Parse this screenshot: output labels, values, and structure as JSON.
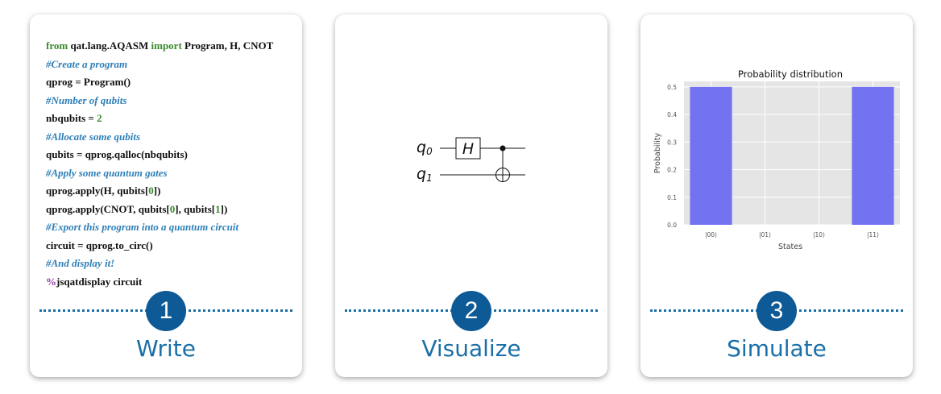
{
  "steps": [
    {
      "number": "1",
      "label": "Write"
    },
    {
      "number": "2",
      "label": "Visualize"
    },
    {
      "number": "3",
      "label": "Simulate"
    }
  ],
  "code": {
    "l1": {
      "kw1": "from",
      "t1": " qat.lang.AQASM ",
      "kw2": "import",
      "t2": " Program, H, CNOT"
    },
    "l2": "#Create a program",
    "l3": "qprog = Program()",
    "l4": "#Number of qubits",
    "l5": {
      "t": "nbqubits = ",
      "num": "2"
    },
    "l6": "#Allocate some qubits",
    "l7": "qubits = qprog.qalloc(nbqubits)",
    "l8": "#Apply some quantum gates",
    "l9": {
      "t1": "qprog.apply(H, qubits[",
      "n1": "0",
      "t2": "])"
    },
    "l10": {
      "t1": "qprog.apply(CNOT, qubits[",
      "n1": "0",
      "t2": "], qubits[",
      "n2": "1",
      "t3": "])"
    },
    "l11": "#Export this program into a quantum circuit",
    "l12": "circuit = qprog.to_circ()",
    "l13": "#And display it!",
    "l14": {
      "mg": "%",
      "t": "jsqatdisplay circuit"
    }
  },
  "circuit": {
    "qubits": [
      "q",
      "q"
    ],
    "qubit_indices": [
      "0",
      "1"
    ],
    "gate": "H"
  },
  "chart_data": {
    "type": "bar",
    "title": "Probability distribution",
    "xlabel": "States",
    "ylabel": "Probability",
    "categories": [
      "|00⟩",
      "|01⟩",
      "|10⟩",
      "|11⟩"
    ],
    "values": [
      0.5,
      0.0,
      0.0,
      0.5
    ],
    "ylim": [
      0,
      0.52
    ],
    "yticks": [
      "0.0",
      "0.1",
      "0.2",
      "0.3",
      "0.4",
      "0.5"
    ],
    "ytick_values": [
      0,
      0.1,
      0.2,
      0.3,
      0.4,
      0.5
    ],
    "grid": true,
    "bar_color": "#7373f2",
    "background_color": "#e5e5e5"
  }
}
